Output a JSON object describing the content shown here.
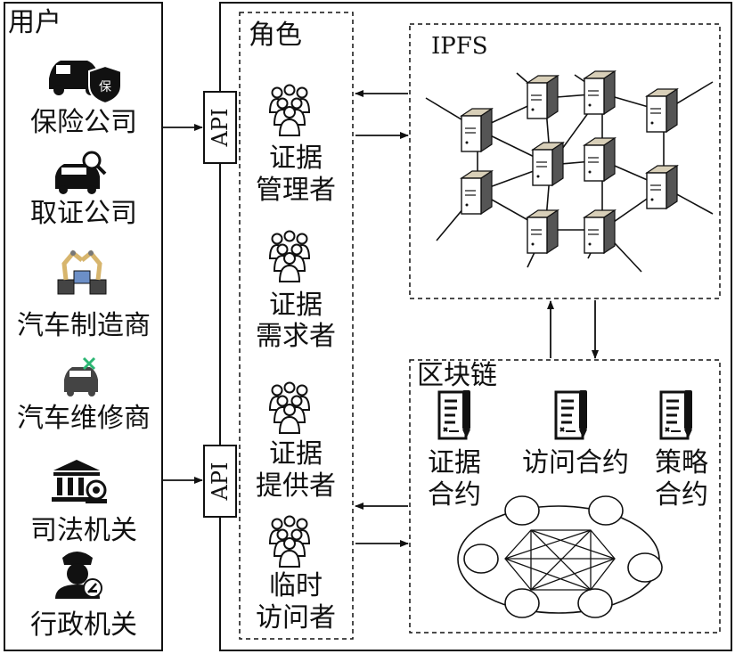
{
  "users": {
    "title": "用户",
    "items": [
      {
        "label": "保险公司",
        "icon": "car-shield-icon"
      },
      {
        "label": "取证公司",
        "icon": "car-magnifier-icon"
      },
      {
        "label": "汽车制造商",
        "icon": "robot-arms-icon"
      },
      {
        "label": "汽车维修商",
        "icon": "car-repair-icon"
      },
      {
        "label": "司法机关",
        "icon": "courthouse-icon"
      },
      {
        "label": "行政机关",
        "icon": "police-officer-icon"
      }
    ]
  },
  "api": {
    "label_top": "API",
    "label_bottom": "API"
  },
  "roles": {
    "title": "角色",
    "items": [
      {
        "line1": "证据",
        "line2": "管理者",
        "icon": "people-group-icon"
      },
      {
        "line1": "证据",
        "line2": "需求者",
        "icon": "people-group-icon"
      },
      {
        "line1": "证据",
        "line2": "提供者",
        "icon": "people-group-icon"
      },
      {
        "line1": "临时",
        "line2": "访问者",
        "icon": "people-group-icon"
      }
    ]
  },
  "ipfs": {
    "title": "IPFS"
  },
  "blockchain": {
    "title": "区块链",
    "contracts": [
      {
        "line1": "证据",
        "line2": "合约",
        "icon": "contract-document-icon"
      },
      {
        "line1": "访问合约",
        "line2": "",
        "icon": "contract-document-icon"
      },
      {
        "line1": "策略",
        "line2": "合约",
        "icon": "contract-document-icon"
      }
    ]
  },
  "colors": {
    "line": "#111111",
    "node_top": "#d8cfb8",
    "icon_blue": "#6c8fc7",
    "icon_green": "#2bb673"
  }
}
